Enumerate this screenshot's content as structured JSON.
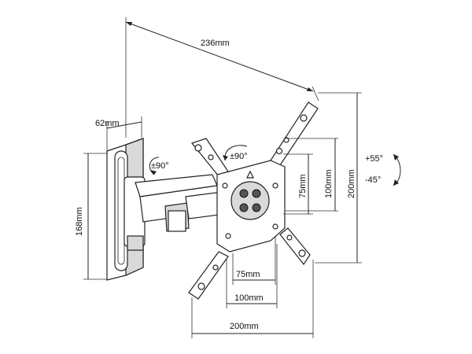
{
  "diagram": {
    "labels": {
      "width_total": "236mm",
      "depth_min": "62mm",
      "height_plate": "168mm",
      "swivel_left": "±90°",
      "swivel_top": "±90°",
      "tilt_up": "+55°",
      "tilt_down": "-45°",
      "vesa_v_75": "75mm",
      "vesa_v_100": "100mm",
      "vesa_v_200": "200mm",
      "vesa_h_75": "75mm",
      "vesa_h_100": "100mm",
      "vesa_h_200": "200mm"
    }
  }
}
